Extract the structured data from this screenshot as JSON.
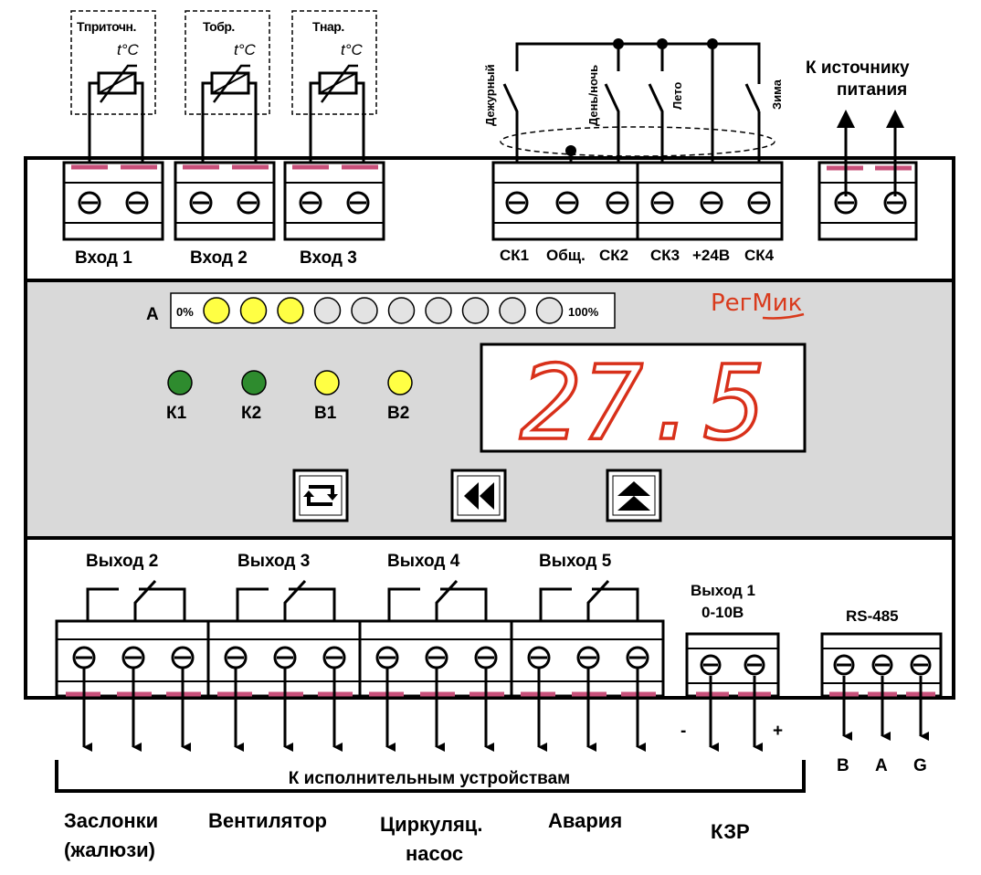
{
  "sensors": [
    {
      "name": "Тприточн.",
      "symbol": "t°C"
    },
    {
      "name": "Тобр.",
      "symbol": "t°C"
    },
    {
      "name": "Тнар.",
      "symbol": "t°C"
    }
  ],
  "inputs": [
    "Вход 1",
    "Вход 2",
    "Вход 3"
  ],
  "switches": [
    "Дежурный",
    "День/ночь",
    "Лето",
    "Зима"
  ],
  "terminal_labels_top": [
    "СК1",
    "Общ.",
    "СК2",
    "СК3",
    "+24В",
    "СК4"
  ],
  "power": {
    "label_line1": "К источнику",
    "label_line2": "питания"
  },
  "bargraph": {
    "channel": "A",
    "min_label": "0%",
    "max_label": "100%",
    "total_leds": 10,
    "lit_leds": 3,
    "lit_color": "#ffff44"
  },
  "brand": "РегМик",
  "display": {
    "value": "27.5",
    "color": "#d8301a"
  },
  "indicators": [
    {
      "label": "К1",
      "color": "#2e8b2e"
    },
    {
      "label": "К2",
      "color": "#2e8b2e"
    },
    {
      "label": "В1",
      "color": "#ffff44"
    },
    {
      "label": "В2",
      "color": "#ffff44"
    }
  ],
  "buttons": [
    {
      "name": "cycle",
      "icon": "cycle-arrows-icon"
    },
    {
      "name": "back",
      "icon": "double-left-arrow-icon"
    },
    {
      "name": "up",
      "icon": "double-up-arrow-icon"
    }
  ],
  "outputs": [
    "Выход 2",
    "Выход 3",
    "Выход 4",
    "Выход 5"
  ],
  "analog_output": {
    "line1": "Выход 1",
    "line2": "0-10В",
    "minus": "-",
    "plus": "+"
  },
  "rs485": {
    "label": "RS-485",
    "pins": [
      "B",
      "A",
      "G"
    ]
  },
  "actuators_caption": "К исполнительным устройствам",
  "devices": [
    {
      "line1": "Заслонки",
      "line2": "(жалюзи)"
    },
    {
      "line1": "Вентилятор",
      "line2": ""
    },
    {
      "line1": "Циркуляц.",
      "line2": "насос"
    },
    {
      "line1": "Авария",
      "line2": ""
    },
    {
      "line1": "КЗР",
      "line2": ""
    }
  ]
}
